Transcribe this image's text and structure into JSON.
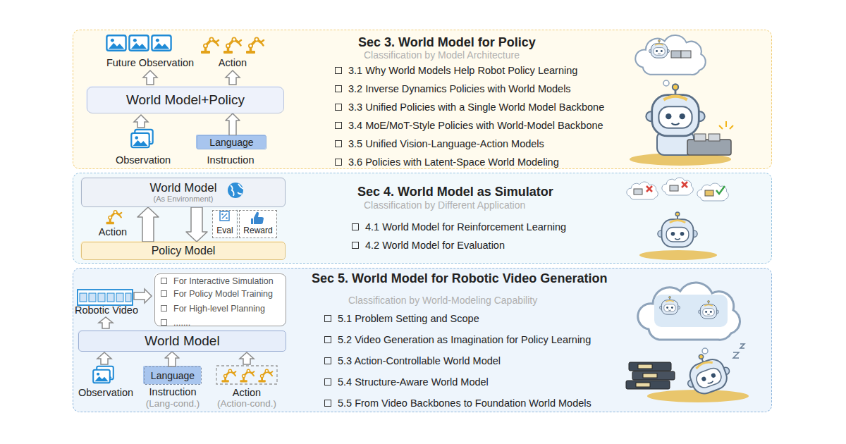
{
  "diagram": {
    "nodes": [
      {
        "text": [
          "Sec 3. World Model for Policy",
          "Classification by Model Architecture",
          "3.1 Why World Models Help Robot Policy Learning",
          "3.2 Inverse Dynamics Policies with World Models",
          "3.3 Unified Policies with a Single World Model Backbone",
          "3.4 MoE/MoT-Style Policies with World-Model Backbone",
          "3.5 Unified Vision-Language-Action Models",
          "3.6 Policies with Latent-Space World Modeling"
        ]
      },
      {
        "text": [
          "World Model+Policy"
        ],
        "in": 0
      },
      {
        "text": [
          "Language"
        ],
        "in": 0
      },
      {
        "text": [
          "Sec 4. World Model as Simulator",
          "Classification by Different Application",
          "4.1 World Model for Reinforcement Learning",
          "4.2 World Model for Evaluation"
        ]
      },
      {
        "text": [
          "World Model",
          "(As Environment)"
        ],
        "in": 3
      },
      {
        "text": [
          "Eval"
        ],
        "in": 3
      },
      {
        "text": [
          "Reward"
        ],
        "in": 3
      },
      {
        "text": [
          "Policy Model"
        ],
        "in": 3
      },
      {
        "text": [
          "Sec 5. World Model for Robotic Video Generation",
          "Classification by World-Modeling Capability",
          "5.1 Problem Setting and Scope",
          "5.2 Video Generation as Imagination for Policy Learning",
          "5.3 Action-Controllable World Model",
          "5.4 Structure-Aware World Model",
          "5.5 From Video Backbones to Foundation World Models"
        ]
      },
      {
        "text": [
          "For Interactive Simulation",
          "For Policy Model Training",
          "For High-level Planning",
          "......."
        ],
        "in": 8
      },
      {
        "text": [
          "World Model"
        ],
        "in": 8
      },
      {
        "text": [
          "Language"
        ],
        "in": 8
      }
    ],
    "edges": [
      {
        "from": 2,
        "to": 1,
        "arrow": "to"
      },
      {
        "from": 7,
        "to": 4,
        "arrow": "to"
      },
      {
        "from": 4,
        "to": 7,
        "arrow": "to"
      },
      {
        "from": 11,
        "to": 10,
        "arrow": "to"
      }
    ],
    "labels": [
      "Future Observation",
      "Action",
      "Observation",
      "Instruction",
      "Action",
      "Robotic Video",
      "Observation",
      "Instruction",
      "(Lang-cond.)",
      "Action",
      "(Action-cond.)"
    ]
  }
}
